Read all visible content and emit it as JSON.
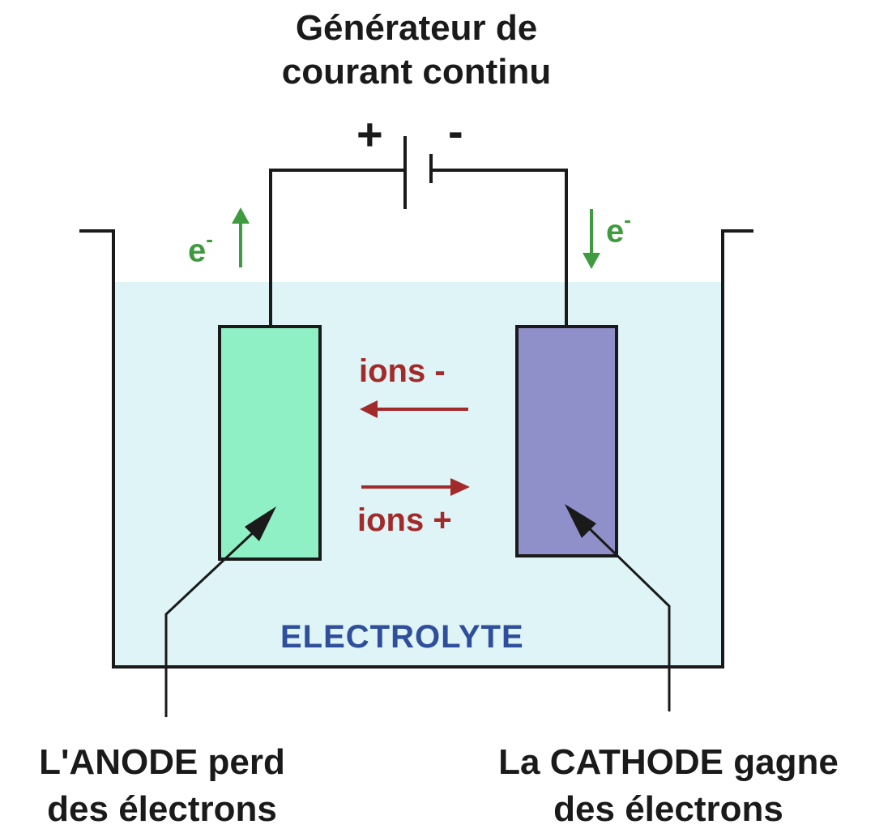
{
  "generator": {
    "line1": "Générateur de",
    "line2": "courant continu"
  },
  "terminals": {
    "plus": "+",
    "minus": "-"
  },
  "electron_label": "e",
  "electron_superscript": "-",
  "ions": {
    "negative": "ions -",
    "positive": "ions +"
  },
  "electrolyte": "ELECTROLYTE",
  "anode_caption": {
    "line1": "L'ANODE perd",
    "line2": "des électrons"
  },
  "cathode_caption": {
    "line1": "La CATHODE gagne",
    "line2": "des électrons"
  },
  "colors": {
    "electrolyte_fill": "#def4f6",
    "anode_fill": "#8ff0c5",
    "cathode_fill": "#8f8fc9",
    "electron_arrow": "#3f9b3f",
    "ion_arrow": "#a32a2a",
    "outline": "#1a1a1a"
  }
}
